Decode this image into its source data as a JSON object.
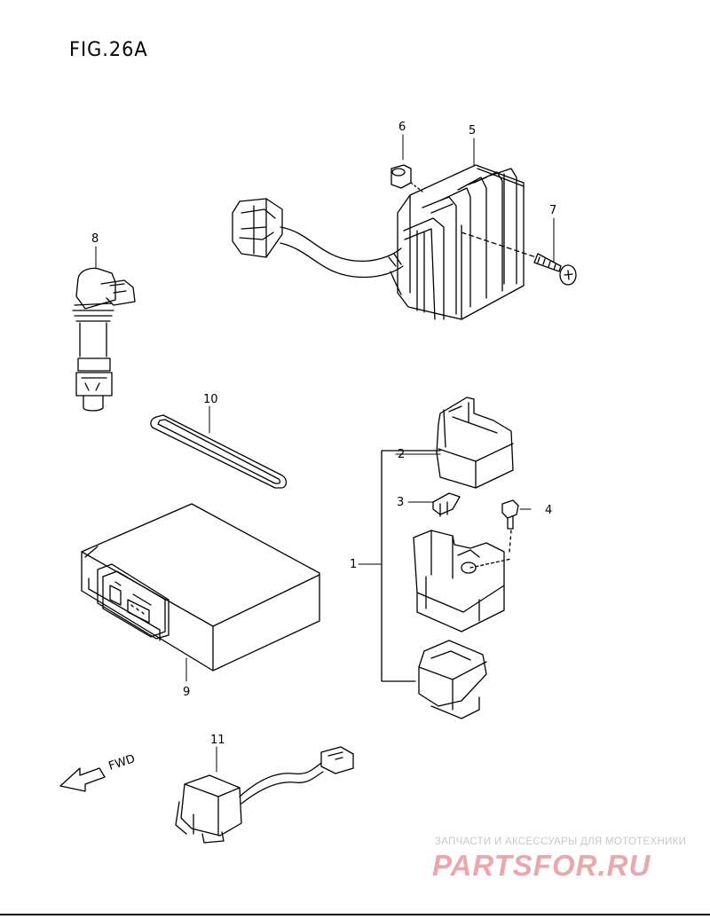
{
  "figure": {
    "title": "FIG.26A"
  },
  "callouts": {
    "c1": "1",
    "c2": "2",
    "c3": "3",
    "c4": "4",
    "c5": "5",
    "c6": "6",
    "c7": "7",
    "c8": "8",
    "c9": "9",
    "c10": "10",
    "c11": "11"
  },
  "direction_label": "FWD",
  "watermark": {
    "line1": "ЗАПЧАСТИ И АКСЕССУАРЫ ДЛЯ МОТОТЕХНИКИ",
    "logo": "PARTSFOR.RU",
    "logo_color": "#e8a8ac"
  }
}
